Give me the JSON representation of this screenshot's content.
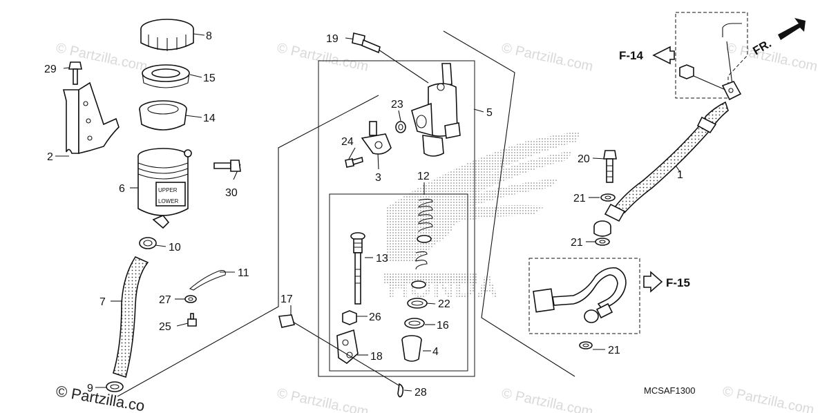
{
  "watermark": {
    "text": "© Partzilla.com",
    "corner_text": "© Partzilla.co"
  },
  "diagram_code": "MCSAF1300",
  "references": {
    "f14": "F-14",
    "f15": "F-15",
    "front": "FR."
  },
  "reservoir_marks": {
    "upper": "UPPER",
    "lower": "LOWER"
  },
  "callouts": [
    {
      "id": "8",
      "text": "8"
    },
    {
      "id": "29",
      "text": "29"
    },
    {
      "id": "15",
      "text": "15"
    },
    {
      "id": "14",
      "text": "14"
    },
    {
      "id": "2",
      "text": "2"
    },
    {
      "id": "6",
      "text": "6"
    },
    {
      "id": "30",
      "text": "30"
    },
    {
      "id": "10",
      "text": "10"
    },
    {
      "id": "7",
      "text": "7"
    },
    {
      "id": "11",
      "text": "11"
    },
    {
      "id": "27",
      "text": "27"
    },
    {
      "id": "25",
      "text": "25"
    },
    {
      "id": "9",
      "text": "9"
    },
    {
      "id": "19",
      "text": "19"
    },
    {
      "id": "5",
      "text": "5"
    },
    {
      "id": "23",
      "text": "23"
    },
    {
      "id": "24",
      "text": "24"
    },
    {
      "id": "3",
      "text": "3"
    },
    {
      "id": "12",
      "text": "12"
    },
    {
      "id": "13",
      "text": "13"
    },
    {
      "id": "22",
      "text": "22"
    },
    {
      "id": "26",
      "text": "26"
    },
    {
      "id": "16",
      "text": "16"
    },
    {
      "id": "17",
      "text": "17"
    },
    {
      "id": "18",
      "text": "18"
    },
    {
      "id": "4",
      "text": "4"
    },
    {
      "id": "28",
      "text": "28"
    },
    {
      "id": "20",
      "text": "20"
    },
    {
      "id": "1",
      "text": "1"
    },
    {
      "id": "21a",
      "text": "21"
    },
    {
      "id": "21b",
      "text": "21"
    },
    {
      "id": "21c",
      "text": "21"
    }
  ]
}
